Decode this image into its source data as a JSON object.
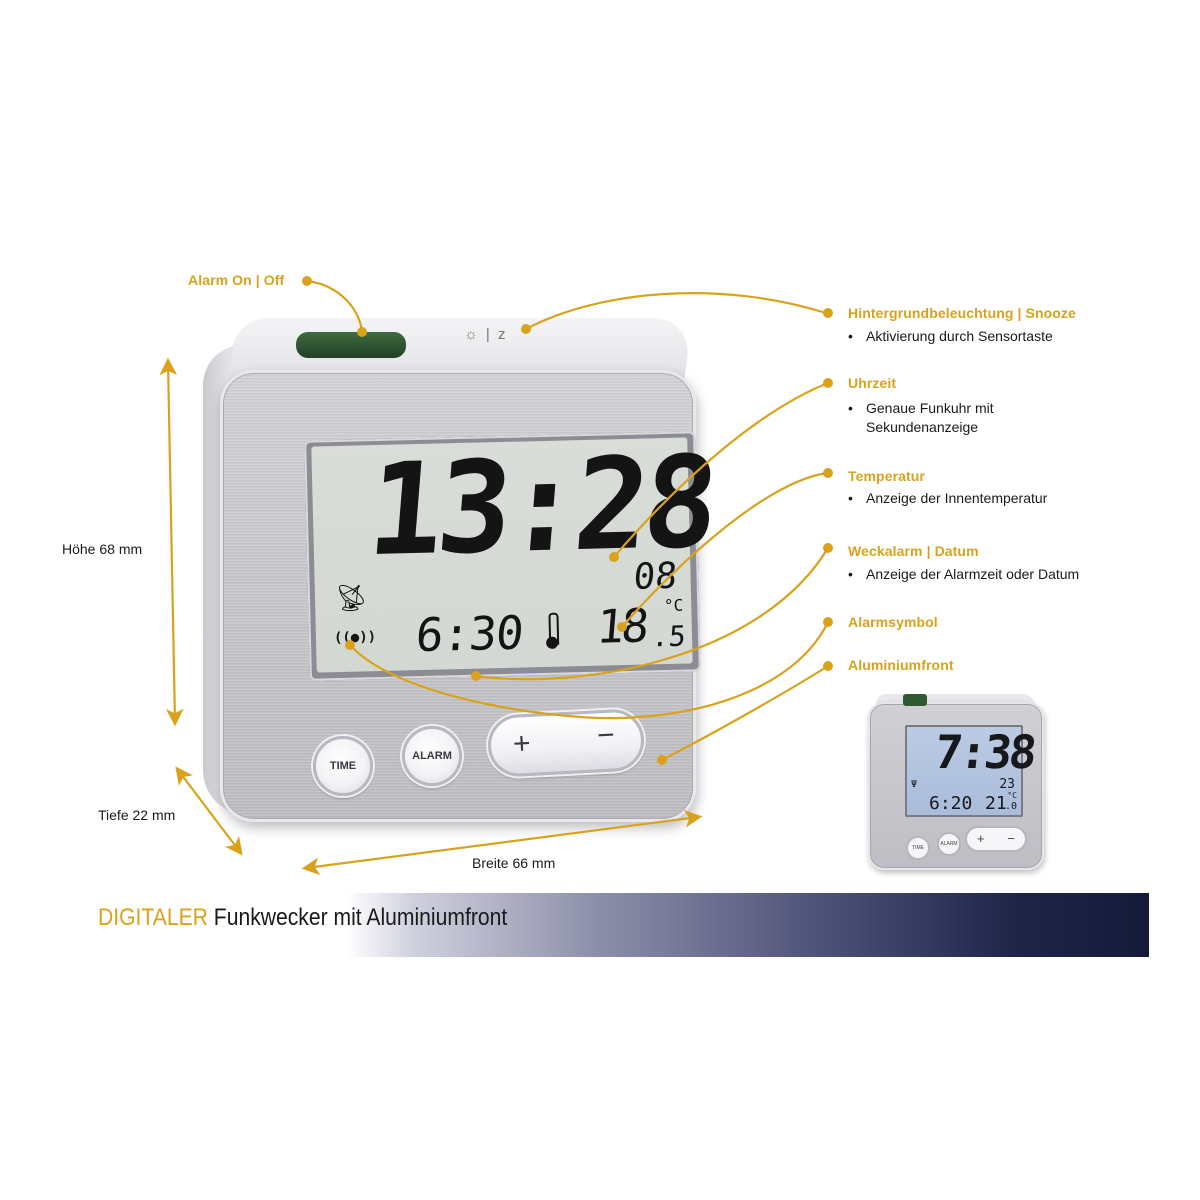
{
  "colors": {
    "accent": "#d9a21b",
    "text": "#1a1a1a",
    "banner_dark": "#141a38",
    "lcd_main": "#d6dad5",
    "lcd_small": "#b2c3df",
    "alarm_switch": "#2d5230"
  },
  "callouts": {
    "alarm_on_off": {
      "title": "Alarm On | Off"
    },
    "backlight_snooze": {
      "title": "Hintergrundbeleuchtung | Snooze",
      "bullets": [
        "Aktivierung durch Sensortaste"
      ]
    },
    "time": {
      "title": "Uhrzeit",
      "bullets": [
        "Genaue Funkuhr mit",
        "Sekundenanzeige"
      ]
    },
    "temperature": {
      "title": "Temperatur",
      "bullets": [
        "Anzeige der Innentemperatur"
      ]
    },
    "alarm_date": {
      "title": "Weckalarm | Datum",
      "bullets": [
        "Anzeige der Alarmzeit oder Datum"
      ]
    },
    "alarm_symbol": {
      "title": "Alarmsymbol"
    },
    "aluminium_front": {
      "title": "Aluminiumfront"
    }
  },
  "dimensions": {
    "height": "Höhe 68 mm",
    "depth": "Tiefe 22 mm",
    "width": "Breite 66 mm"
  },
  "main_clock": {
    "time": "13:28",
    "seconds": "08",
    "alarm_time": "6:30",
    "temperature": "18",
    "temperature_decimal": "5",
    "temperature_unit": "°C",
    "top_icons": "☼ | z",
    "buttons": {
      "time": "TIME",
      "alarm": "ALARM",
      "plus": "+",
      "minus": "−"
    },
    "icons": {
      "antenna": "radio-tower-icon",
      "alarm": "alarm-signal-icon",
      "thermometer": "thermometer-icon"
    }
  },
  "small_clock": {
    "time": "7:38",
    "seconds": "23",
    "alarm_time": "6:20",
    "temperature": "21",
    "temperature_decimal": "0",
    "temperature_unit": "°C",
    "buttons": {
      "time": "TIME",
      "alarm": "ALARM",
      "plus": "+",
      "minus": "−"
    }
  },
  "banner": {
    "accent_word": "DIGITALER",
    "rest": " Funkwecker mit Aluminiumfront"
  }
}
